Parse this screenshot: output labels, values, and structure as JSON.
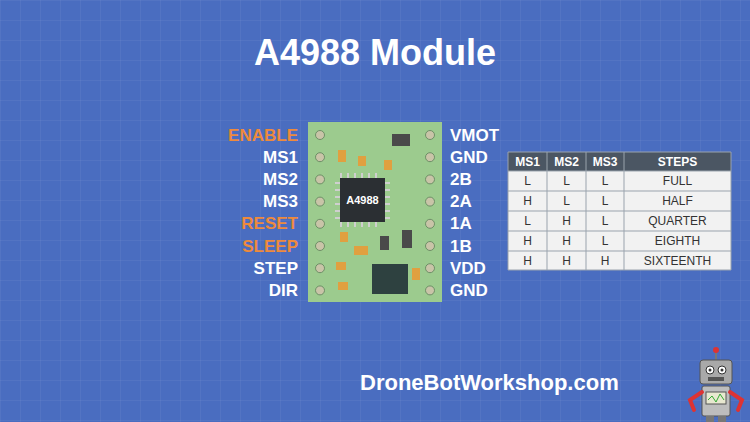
{
  "diagram": {
    "title": "A4988 Module",
    "nodes": [
      {
        "text": [
          "A4988"
        ]
      }
    ],
    "labels": [
      "ENABLE",
      "MS1",
      "MS2",
      "MS3",
      "RESET",
      "SLEEP",
      "STEP",
      "DIR",
      "VMOT",
      "GND",
      "2B",
      "2A",
      "1A",
      "1B",
      "VDD",
      "GND",
      "MS1",
      "MS2",
      "MS3",
      "STEPS",
      "L",
      "L",
      "L",
      "FULL",
      "H",
      "L",
      "L",
      "HALF",
      "L",
      "H",
      "L",
      "QUARTER",
      "H",
      "H",
      "L",
      "EIGHTH",
      "H",
      "H",
      "H",
      "SIXTEENTH",
      "DroneBotWorkshop.com"
    ]
  }
}
